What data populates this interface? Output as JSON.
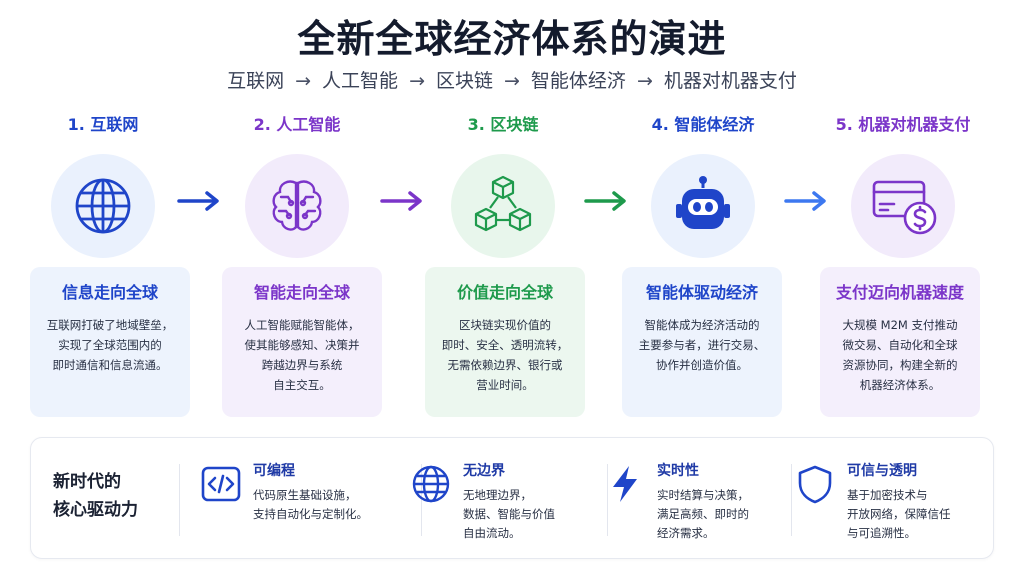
{
  "header": {
    "title": "全新全球经济体系的演进",
    "subtitle": [
      "互联网",
      "人工智能",
      "区块链",
      "智能体经济",
      "机器对机器支付"
    ],
    "subtitle_arrow": "→"
  },
  "stages": [
    {
      "title": "1. 互联网",
      "icon": "globe-icon",
      "color": "#1f45c9",
      "bg": "#eaf1fd",
      "card_bg": "#edf3fd",
      "card_title": "信息走向全球",
      "card_lines": [
        "互联网打破了地域壁垒，",
        "实现了全球范围内的",
        "即时通信和信息流通。"
      ]
    },
    {
      "title": "2. 人工智能",
      "icon": "brain-icon",
      "color": "#7b35c9",
      "bg": "#f2ebfb",
      "card_bg": "#f4effc",
      "card_title": "智能走向全球",
      "card_lines": [
        "人工智能赋能智能体，",
        "使其能够感知、决策并",
        "跨越边界与系统",
        "自主交互。"
      ]
    },
    {
      "title": "3. 区块链",
      "icon": "blocks-icon",
      "color": "#1e9a4c",
      "bg": "#e8f6ec",
      "card_bg": "#ecf7ef",
      "card_title": "价值走向全球",
      "card_lines": [
        "区块链实现价值的",
        "即时、安全、透明流转，",
        "无需依赖边界、银行或",
        "营业时间。"
      ]
    },
    {
      "title": "4. 智能体经济",
      "icon": "robot-icon",
      "color": "#1f45c9",
      "bg": "#eaf1fd",
      "card_bg": "#edf3fd",
      "card_title": "智能体驱动经济",
      "card_lines": [
        "智能体成为经济活动的",
        "主要参与者，进行交易、",
        "协作并创造价值。"
      ]
    },
    {
      "title": "5. 机器对机器支付",
      "icon": "payment-card-icon",
      "color": "#7b35c9",
      "bg": "#f2ebfb",
      "card_bg": "#f4effc",
      "card_title": "支付迈向机器速度",
      "card_lines": [
        "大规模 M2M 支付推动",
        "微交易、自动化和全球",
        "资源协同，构建全新的",
        "机器经济体系。"
      ]
    }
  ],
  "arrow_colors": [
    "#1f45c9",
    "#7b35c9",
    "#1e9a4c",
    "#3d78f0"
  ],
  "core": {
    "label_lines": [
      "新时代的",
      "核心驱动力"
    ],
    "features": [
      {
        "title": "可编程",
        "icon": "code-icon",
        "desc": [
          "代码原生基础设施，",
          "支持自动化与定制化。"
        ]
      },
      {
        "title": "无边界",
        "icon": "globe-icon",
        "desc": [
          "无地理边界，",
          "数据、智能与价值",
          "自由流动。"
        ]
      },
      {
        "title": "实时性",
        "icon": "lightning-icon",
        "desc": [
          "实时结算与决策，",
          "满足高频、即时的",
          "经济需求。"
        ]
      },
      {
        "title": "可信与透明",
        "icon": "shield-icon",
        "desc": [
          "基于加密技术与",
          "开放网络，保障信任",
          "与可追溯性。"
        ]
      }
    ]
  }
}
